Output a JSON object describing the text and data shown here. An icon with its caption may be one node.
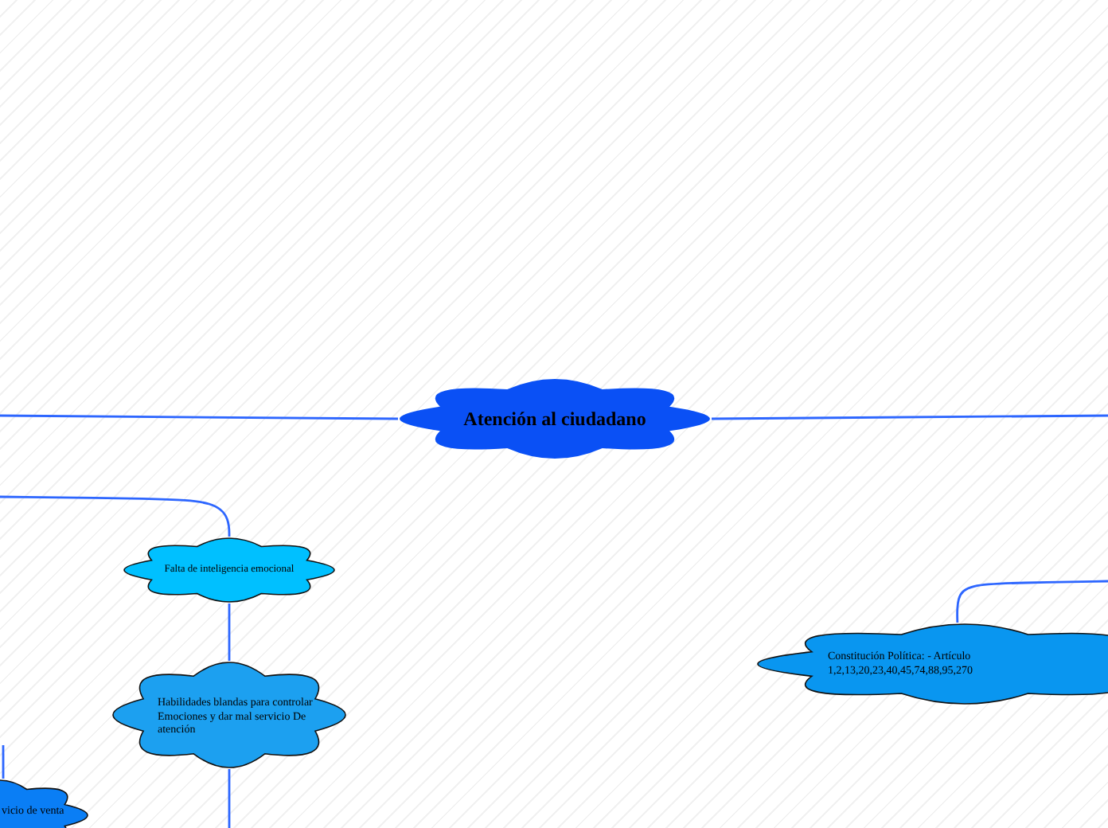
{
  "diagram": {
    "nodes": [
      {
        "text": [
          "Atención al ciudadano"
        ]
      },
      {
        "text": [
          "Falta de inteligencia emocional"
        ]
      },
      {
        "text": [
          "Habilidades blandas para controlar Emociones y dar mal servicio De atención"
        ]
      },
      {
        "text": [
          "vicio de venta"
        ]
      },
      {
        "text": [
          "Constitución Política: - Artículo 1,2,13,20,23,40,45,74,88,95,270"
        ]
      }
    ],
    "edges": [
      {
        "from": 0,
        "to": null,
        "arrow": "none"
      },
      {
        "from": 0,
        "to": null,
        "arrow": "none"
      },
      {
        "from": null,
        "to": 1,
        "arrow": "none"
      },
      {
        "from": 1,
        "to": 2,
        "arrow": "none"
      },
      {
        "from": 2,
        "to": null,
        "arrow": "none"
      },
      {
        "from": null,
        "to": 3,
        "arrow": "none"
      },
      {
        "from": 4,
        "to": null,
        "arrow": "none"
      }
    ]
  }
}
